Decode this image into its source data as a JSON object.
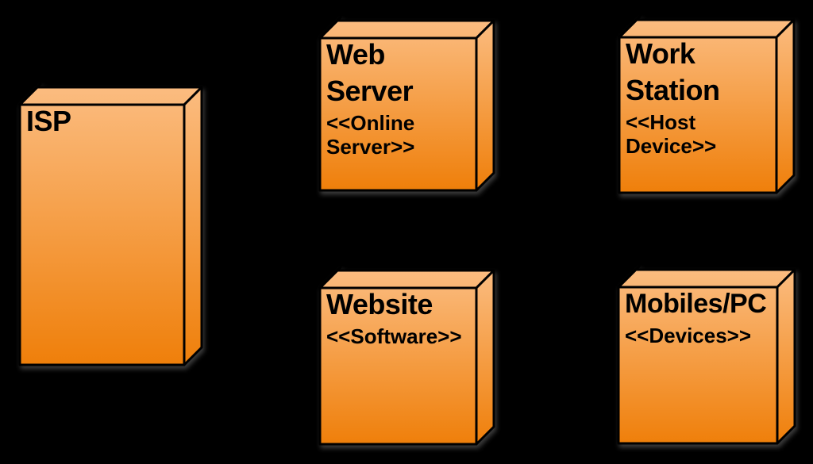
{
  "diagram": {
    "kind": "uml-deployment-diagram",
    "background_color": "#000000",
    "node_style": {
      "fill_gradient_top": "#FBBC80",
      "fill_gradient_bottom": "#EF7F0A",
      "border_color": "#000000",
      "text_color": "#000000"
    },
    "nodes": [
      {
        "label": "ISP",
        "stereotype": "",
        "title_lines": [
          "ISP"
        ],
        "stereotype_lines": []
      },
      {
        "label": "Web Server",
        "stereotype": "<<Online Server>>",
        "title_lines": [
          "Web",
          "Server"
        ],
        "stereotype_lines": [
          "<<Online",
          "Server>>"
        ]
      },
      {
        "label": "Work Station",
        "stereotype": "<<Host Device>>",
        "title_lines": [
          "Work",
          "Station"
        ],
        "stereotype_lines": [
          "<<Host",
          "Device>>"
        ]
      },
      {
        "label": "Website",
        "stereotype": "<<Software>>",
        "title_lines": [
          "Website"
        ],
        "stereotype_lines": [
          "<<Software>>"
        ]
      },
      {
        "label": "Mobiles/PC",
        "stereotype": "<<Devices>>",
        "title_lines": [
          "Mobiles/PC"
        ],
        "stereotype_lines": [
          "<<Devices>>"
        ]
      }
    ]
  }
}
